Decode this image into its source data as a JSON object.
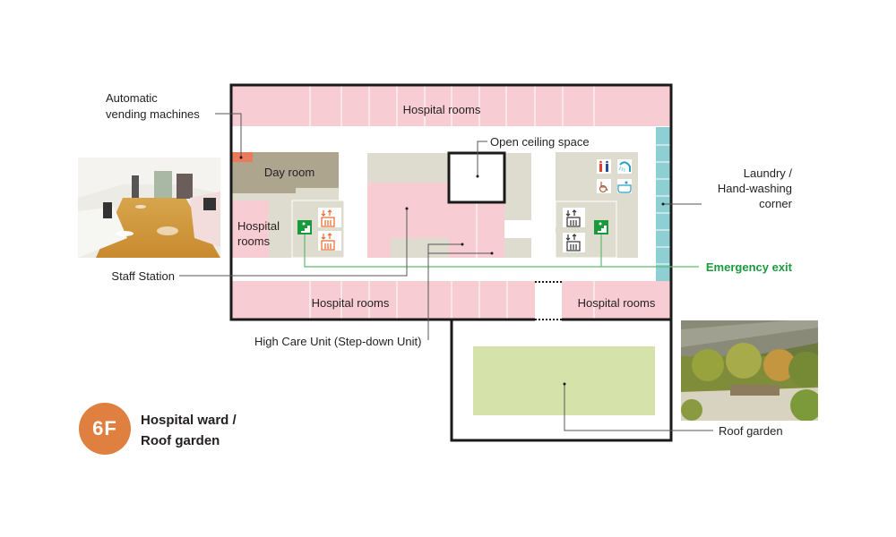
{
  "floor": {
    "badge": "6F",
    "title_line1": "Hospital ward  /",
    "title_line2": "Roof garden"
  },
  "rooms": {
    "hospital_rooms_top": "Hospital rooms",
    "hospital_rooms_bottom_left": "Hospital rooms",
    "hospital_rooms_bottom_right": "Hospital rooms",
    "hospital_rooms_left_line1": "Hospital",
    "hospital_rooms_left_line2": "rooms",
    "day_room": "Day room"
  },
  "callouts": {
    "vending_line1": "Automatic",
    "vending_line2": "vending machines",
    "open_ceiling": "Open ceiling space",
    "laundry_line1": "Laundry /",
    "laundry_line2": "Hand-washing",
    "laundry_line3": "corner",
    "emergency_exit": "Emergency exit",
    "staff_station": "Staff Station",
    "high_care_unit": "High Care Unit (Step-down Unit)",
    "roof_garden": "Roof garden"
  },
  "colors": {
    "hospital_room": "#f7cdd3",
    "day_room": "#aea58f",
    "service_area": "#dedbcf",
    "laundry": "#8ecfd4",
    "vending": "#ea7a5a",
    "roof_garden": "#d5e3ab",
    "emergency_exit": "#1a9a3c",
    "badge": "#e08040",
    "wall": "#1a1a1a"
  },
  "icons": {
    "restroom": "restroom-icon",
    "shower": "shower-icon",
    "accessible": "wheelchair-icon",
    "bath": "bathtub-icon",
    "elevator": "elevator-icon",
    "exit": "emergency-exit-icon"
  }
}
